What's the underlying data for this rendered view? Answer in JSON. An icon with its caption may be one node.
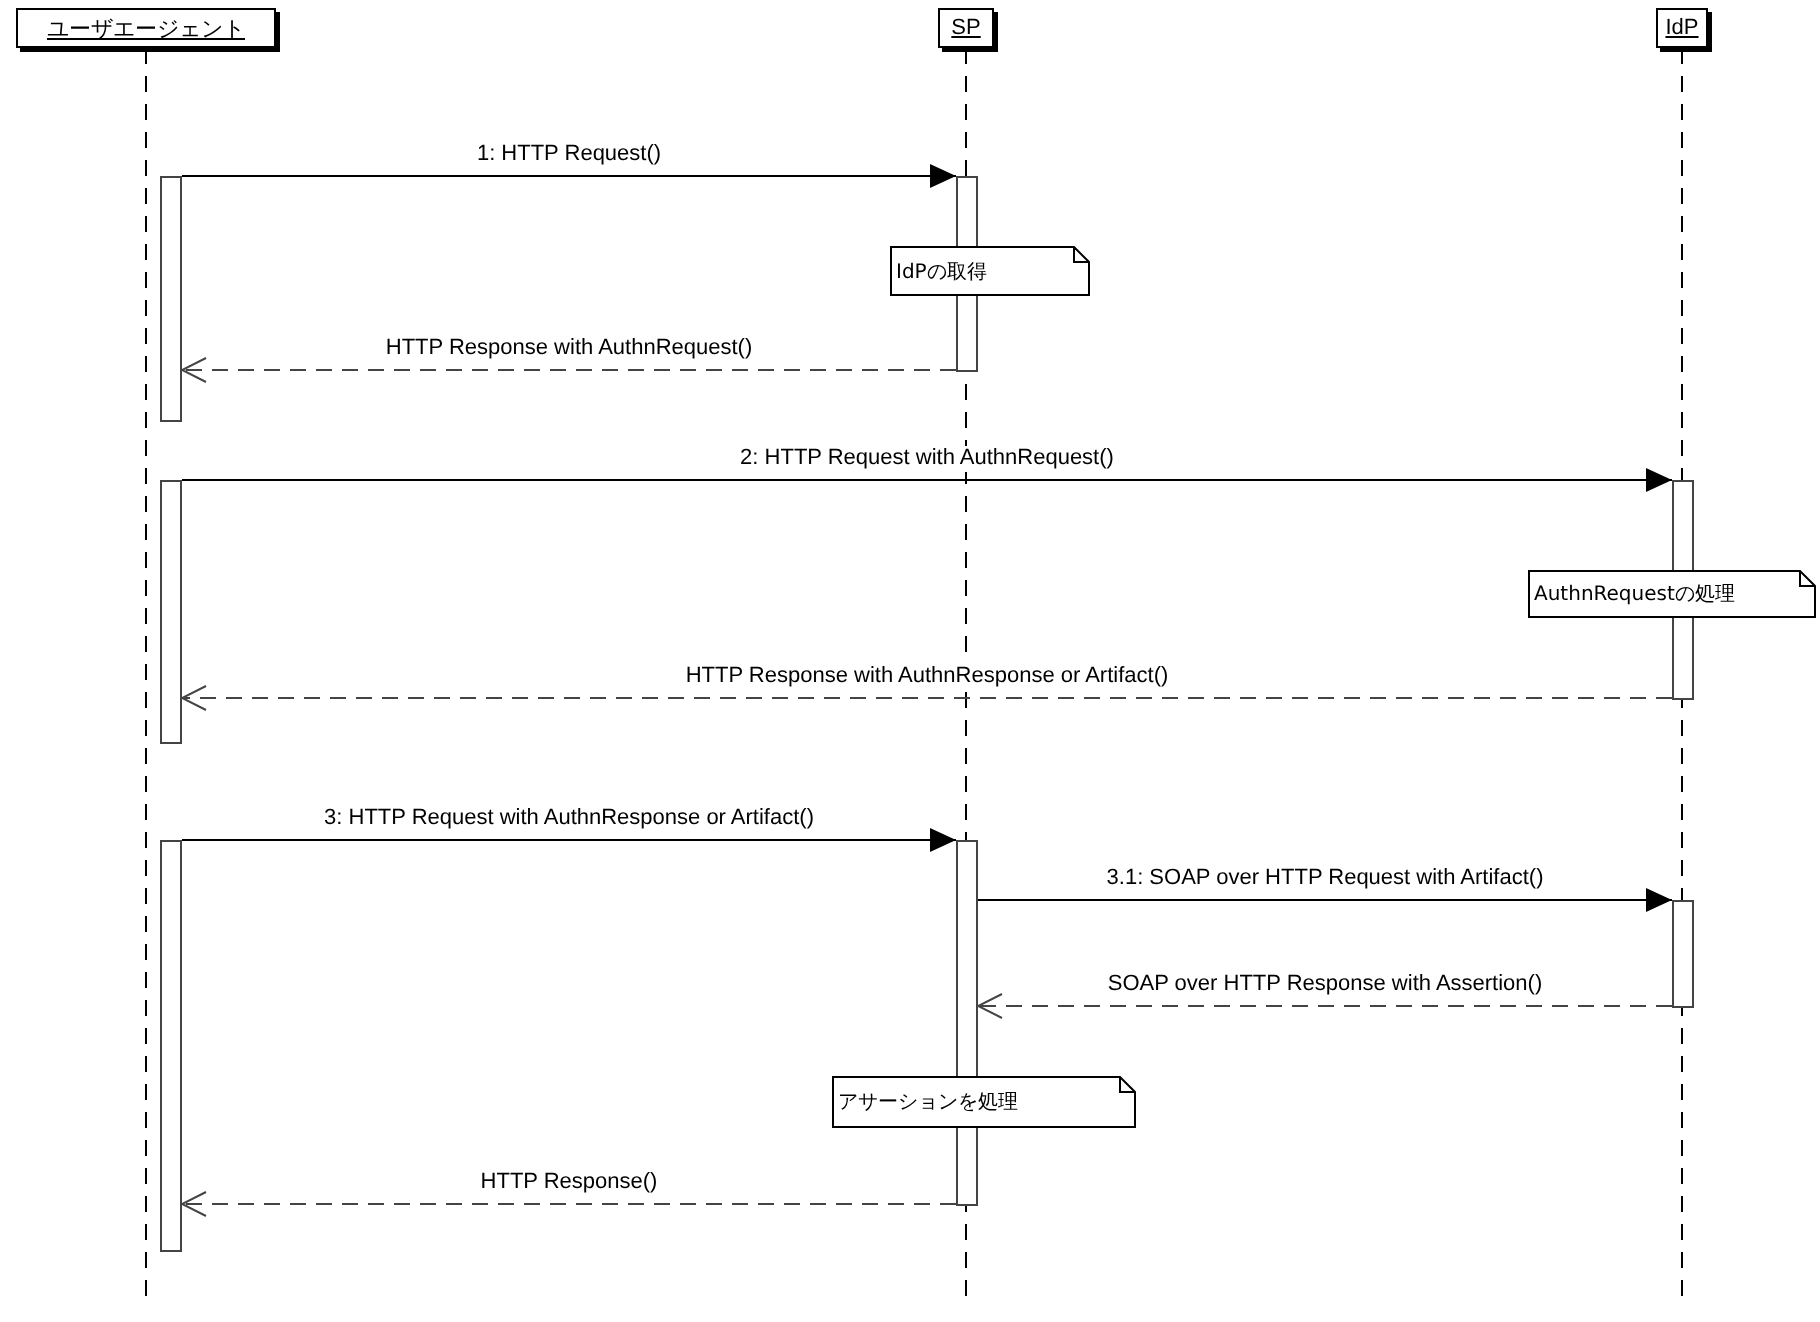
{
  "diagram": {
    "nodes": [
      {
        "text": [
          "ユーザエージェント"
        ]
      },
      {
        "text": [
          "SP"
        ]
      },
      {
        "text": [
          "IdP"
        ]
      },
      {
        "text": [],
        "shape": "bar"
      },
      {
        "text": [],
        "shape": "bar"
      },
      {
        "text": [],
        "shape": "bar"
      },
      {
        "text": [],
        "shape": "bar"
      },
      {
        "text": [],
        "shape": "bar"
      },
      {
        "text": [],
        "shape": "bar"
      },
      {
        "text": [],
        "shape": "bar"
      },
      {
        "text": [
          "IdPの取得"
        ]
      },
      {
        "text": [
          "AuthnRequestの処理"
        ]
      },
      {
        "text": [
          "アサーションを処理"
        ]
      }
    ],
    "edges": [
      {
        "from": 3,
        "to": 4,
        "arrow": "to",
        "label": "1: HTTP Request()"
      },
      {
        "from": 4,
        "to": 3,
        "arrow": "to",
        "label": "HTTP Response with AuthnRequest()",
        "style": "dashed"
      },
      {
        "from": 5,
        "to": 6,
        "arrow": "to",
        "label": "2: HTTP Request with AuthnRequest()"
      },
      {
        "from": 6,
        "to": 5,
        "arrow": "to",
        "label": "HTTP Response with AuthnResponse or Artifact()",
        "style": "dashed"
      },
      {
        "from": 7,
        "to": 8,
        "arrow": "to",
        "label": "3: HTTP Request with AuthnResponse or Artifact()"
      },
      {
        "from": 8,
        "to": 9,
        "arrow": "to",
        "label": "3.1: SOAP over HTTP Request with Artifact()"
      },
      {
        "from": 9,
        "to": 8,
        "arrow": "to",
        "label": "SOAP over HTTP Response with Assertion()",
        "style": "dashed"
      },
      {
        "from": 8,
        "to": 7,
        "arrow": "to",
        "label": "HTTP Response()",
        "style": "dashed"
      }
    ]
  }
}
